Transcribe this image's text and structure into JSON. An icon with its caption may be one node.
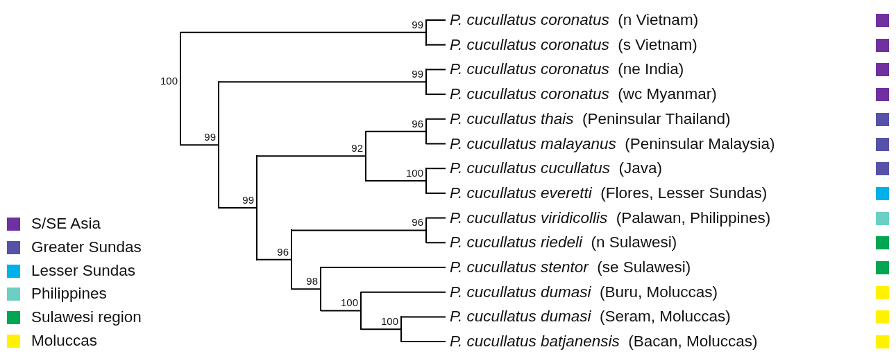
{
  "diagram": {
    "nodes": [
      {
        "text": [],
        "shape": "line",
        "beside": [
          "100"
        ]
      },
      {
        "text": [],
        "shape": "line",
        "beside": [
          "99"
        ]
      },
      {
        "text": [
          "*P. cucullatus coronatus*  (n Vietnam)"
        ]
      },
      {
        "text": [
          "*P. cucullatus coronatus*  (s Vietnam)"
        ]
      },
      {
        "text": [],
        "shape": "line",
        "beside": [
          "99"
        ]
      },
      {
        "text": [],
        "shape": "line",
        "beside": [
          "99"
        ]
      },
      {
        "text": [
          "*P. cucullatus coronatus*  (ne India)"
        ]
      },
      {
        "text": [
          "*P. cucullatus coronatus*  (wc Myanmar)"
        ]
      },
      {
        "text": [],
        "shape": "line",
        "beside": [
          "99"
        ]
      },
      {
        "text": [],
        "shape": "line",
        "beside": [
          "92"
        ]
      },
      {
        "text": [],
        "shape": "line",
        "beside": [
          "96"
        ]
      },
      {
        "text": [
          "*P. cucullatus thais*  (Peninsular Thailand)"
        ]
      },
      {
        "text": [
          "*P. cucullatus malayanus*  (Peninsular Malaysia)"
        ]
      },
      {
        "text": [],
        "shape": "line",
        "beside": [
          "100"
        ]
      },
      {
        "text": [
          "*P. cucullatus cucullatus*  (Java)"
        ]
      },
      {
        "text": [
          "*P. cucullatus everetti*  (Flores, Lesser Sundas)"
        ]
      },
      {
        "text": [],
        "shape": "line",
        "beside": [
          "96"
        ]
      },
      {
        "text": [],
        "shape": "line",
        "beside": [
          "96"
        ]
      },
      {
        "text": [
          "*P. cucullatus viridicollis*  (Palawan, Philippines)"
        ]
      },
      {
        "text": [
          "*P. cucullatus riedeli*  (n Sulawesi)"
        ]
      },
      {
        "text": [],
        "shape": "line",
        "beside": [
          "98"
        ]
      },
      {
        "text": [
          "*P. cucullatus stentor*  (se Sulawesi)"
        ]
      },
      {
        "text": [],
        "shape": "line",
        "beside": [
          "100"
        ]
      },
      {
        "text": [
          "*P. cucullatus dumasi*  (Buru, Moluccas)"
        ]
      },
      {
        "text": [],
        "shape": "line",
        "beside": [
          "100"
        ]
      },
      {
        "text": [
          "*P. cucullatus dumasi*  (Seram, Moluccas)"
        ]
      },
      {
        "text": [
          "*P. cucullatus batjanensis*  (Bacan, Moluccas)"
        ]
      },
      {
        "text": [],
        "shape": "box"
      },
      {
        "text": [],
        "shape": "box"
      },
      {
        "text": [],
        "shape": "box"
      },
      {
        "text": [],
        "shape": "box"
      },
      {
        "text": [],
        "shape": "box"
      },
      {
        "text": [],
        "shape": "box"
      },
      {
        "text": [],
        "shape": "box"
      },
      {
        "text": [],
        "shape": "box"
      },
      {
        "text": [],
        "shape": "box"
      },
      {
        "text": [],
        "shape": "box"
      },
      {
        "text": [],
        "shape": "box"
      },
      {
        "text": [],
        "shape": "box"
      },
      {
        "text": [],
        "shape": "box"
      },
      {
        "text": [],
        "shape": "box"
      }
    ],
    "edges": [
      {
        "from": 0,
        "to": 1,
        "arrow": "none"
      },
      {
        "from": 1,
        "to": 2,
        "arrow": "none"
      },
      {
        "from": 1,
        "to": 3,
        "arrow": "none"
      },
      {
        "from": 0,
        "to": 4,
        "arrow": "none"
      },
      {
        "from": 4,
        "to": 5,
        "arrow": "none"
      },
      {
        "from": 5,
        "to": 6,
        "arrow": "none"
      },
      {
        "from": 5,
        "to": 7,
        "arrow": "none"
      },
      {
        "from": 4,
        "to": 8,
        "arrow": "none"
      },
      {
        "from": 8,
        "to": 9,
        "arrow": "none"
      },
      {
        "from": 9,
        "to": 10,
        "arrow": "none"
      },
      {
        "from": 10,
        "to": 11,
        "arrow": "none"
      },
      {
        "from": 10,
        "to": 12,
        "arrow": "none"
      },
      {
        "from": 9,
        "to": 13,
        "arrow": "none"
      },
      {
        "from": 13,
        "to": 14,
        "arrow": "none"
      },
      {
        "from": 13,
        "to": 15,
        "arrow": "none"
      },
      {
        "from": 8,
        "to": 16,
        "arrow": "none"
      },
      {
        "from": 16,
        "to": 17,
        "arrow": "none"
      },
      {
        "from": 17,
        "to": 18,
        "arrow": "none"
      },
      {
        "from": 17,
        "to": 19,
        "arrow": "none"
      },
      {
        "from": 16,
        "to": 20,
        "arrow": "none"
      },
      {
        "from": 20,
        "to": 21,
        "arrow": "none"
      },
      {
        "from": 20,
        "to": 22,
        "arrow": "none"
      },
      {
        "from": 22,
        "to": 23,
        "arrow": "none"
      },
      {
        "from": 22,
        "to": 24,
        "arrow": "none"
      },
      {
        "from": 24,
        "to": 25,
        "arrow": "none"
      },
      {
        "from": 24,
        "to": 26,
        "arrow": "none"
      }
    ],
    "legend": [
      {
        "text": "S/SE Asia",
        "color": "#7030a0"
      },
      {
        "text": "Greater Sundas",
        "color": "#5652a8"
      },
      {
        "text": "Lesser Sundas",
        "color": "#00b0e8"
      },
      {
        "text": "Philippines",
        "color": "#6ccfc4"
      },
      {
        "text": "Sulawesi region",
        "color": "#00a651"
      },
      {
        "text": "Moluccas",
        "color": "#fff200"
      }
    ]
  }
}
